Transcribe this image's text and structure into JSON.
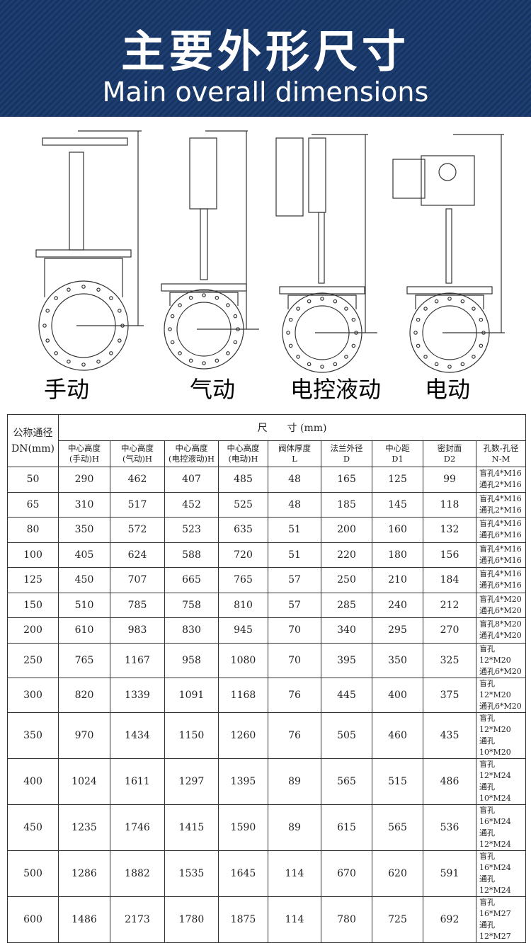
{
  "header": {
    "title_cn": "主要外形尺寸",
    "title_en": "Main overall dimensions"
  },
  "drawings": [
    {
      "label": "手动"
    },
    {
      "label": "气动"
    },
    {
      "label": "电控液动"
    },
    {
      "label": "电动"
    }
  ],
  "table": {
    "dn_header_cn": "公称通径",
    "dn_header_unit": "DN(mm)",
    "group_header": "尺　　寸 (mm)",
    "columns": [
      {
        "l1": "中心高度",
        "l2": "(手动)H"
      },
      {
        "l1": "中心高度",
        "l2": "(气动)H"
      },
      {
        "l1": "中心高度",
        "l2": "(电控液动)H"
      },
      {
        "l1": "中心高度",
        "l2": "(电动)H"
      },
      {
        "l1": "阀体厚度",
        "l2": "L"
      },
      {
        "l1": "法兰外径",
        "l2": "D"
      },
      {
        "l1": "中心距",
        "l2": "D1"
      },
      {
        "l1": "密封面",
        "l2": "D2"
      },
      {
        "l1": "孔数-孔径",
        "l2": "N-M"
      }
    ],
    "rows": [
      [
        "50",
        "290",
        "462",
        "407",
        "485",
        "48",
        "165",
        "125",
        "99",
        "盲孔4*M16",
        "通孔2*M16"
      ],
      [
        "65",
        "310",
        "517",
        "452",
        "525",
        "48",
        "185",
        "145",
        "118",
        "盲孔4*M16",
        "通孔2*M16"
      ],
      [
        "80",
        "350",
        "572",
        "523",
        "635",
        "51",
        "200",
        "160",
        "132",
        "盲孔4*M16",
        "通孔6*M16"
      ],
      [
        "100",
        "405",
        "624",
        "588",
        "720",
        "51",
        "220",
        "180",
        "156",
        "盲孔4*M16",
        "通孔6*M16"
      ],
      [
        "125",
        "450",
        "707",
        "665",
        "765",
        "57",
        "250",
        "210",
        "184",
        "盲孔4*M16",
        "通孔6*M16"
      ],
      [
        "150",
        "510",
        "785",
        "758",
        "810",
        "57",
        "285",
        "240",
        "212",
        "盲孔4*M20",
        "通孔6*M20"
      ],
      [
        "200",
        "610",
        "983",
        "830",
        "945",
        "70",
        "340",
        "295",
        "270",
        "盲孔8*M20",
        "通孔4*M20"
      ],
      [
        "250",
        "765",
        "1167",
        "958",
        "1080",
        "70",
        "395",
        "350",
        "325",
        "盲孔12*M20",
        "通孔6*M20"
      ],
      [
        "300",
        "820",
        "1339",
        "1091",
        "1168",
        "76",
        "445",
        "400",
        "375",
        "盲孔12*M20",
        "通孔6*M20"
      ],
      [
        "350",
        "970",
        "1434",
        "1150",
        "1260",
        "76",
        "505",
        "460",
        "435",
        "盲孔12*M20",
        "通孔10*M20"
      ],
      [
        "400",
        "1024",
        "1611",
        "1297",
        "1395",
        "89",
        "565",
        "515",
        "486",
        "盲孔12*M24",
        "通孔10*M24"
      ],
      [
        "450",
        "1235",
        "1746",
        "1415",
        "1590",
        "89",
        "615",
        "565",
        "536",
        "盲孔16*M24",
        "通孔12*M24"
      ],
      [
        "500",
        "1286",
        "1882",
        "1535",
        "1645",
        "114",
        "670",
        "620",
        "591",
        "盲孔16*M24",
        "通孔12*M24"
      ],
      [
        "600",
        "1486",
        "2173",
        "1780",
        "1875",
        "114",
        "780",
        "725",
        "692",
        "盲孔16*M27",
        "通孔12*M27"
      ]
    ]
  }
}
